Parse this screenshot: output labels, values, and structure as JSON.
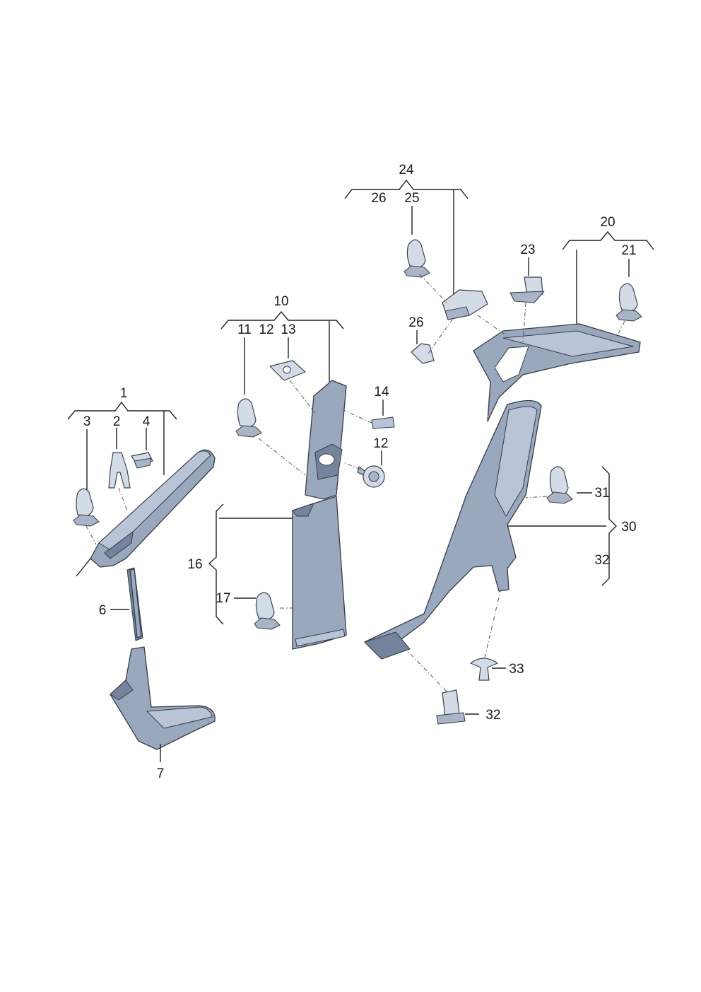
{
  "labels": {
    "l1": "1",
    "l2": "2",
    "l3": "3",
    "l4": "4",
    "l6": "6",
    "l7": "7",
    "l10": "10",
    "l11": "11",
    "l12a": "12",
    "l12b": "12",
    "l13": "13",
    "l14": "14",
    "l16": "16",
    "l17": "17",
    "l20": "20",
    "l21": "21",
    "l23": "23",
    "l24": "24",
    "l25": "25",
    "l26a": "26",
    "l26b": "26",
    "l30": "30",
    "l31": "31",
    "l32a": "32",
    "l32b": "32",
    "l33": "33"
  },
  "colors": {
    "trim": "#9aa8be",
    "trim_highlight": "#b9c5d6",
    "trim_shadow": "#75849c",
    "clip": "#d3dbe6",
    "outline": "#333b48"
  }
}
